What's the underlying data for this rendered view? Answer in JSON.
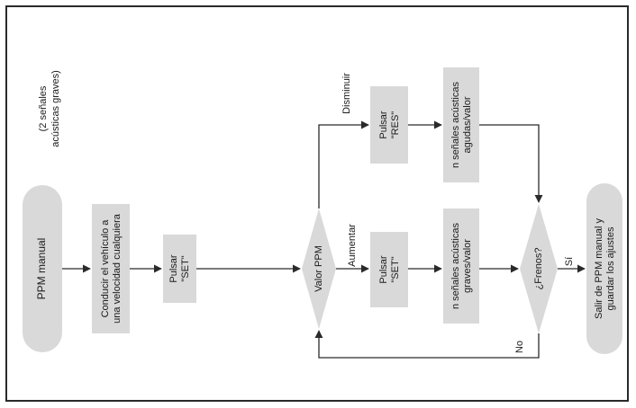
{
  "diagram": {
    "nodes": {
      "ppm_manual": "PPM manual",
      "note_line1": "(2 señales",
      "note_line2": "acústicas graves)",
      "conducir_line1": "Conducir el vehículo a",
      "conducir_line2": "una velocidad cualquiera",
      "pulsar_set1_line1": "Pulsar",
      "pulsar_set1_line2": "\"SET\"",
      "valor_ppm": "Valor PPM",
      "pulsar_res_line1": "Pulsar",
      "pulsar_res_line2": "\"RES\"",
      "pulsar_set2_line1": "Pulsar",
      "pulsar_set2_line2": "\"SET\"",
      "agudas_line1": "n señales acústicas",
      "agudas_line2": "agudas/valor",
      "graves_line1": "n señales acústicas",
      "graves_line2": "graves/valor",
      "frenos": "¿Frenos?",
      "salir_line1": "Salir de PPM manual y",
      "salir_line2": "guardar los ajustes"
    },
    "edges": {
      "disminuir": "Disminuir",
      "aumentar": "Aumentar",
      "si": "Sí",
      "no": "No"
    }
  }
}
